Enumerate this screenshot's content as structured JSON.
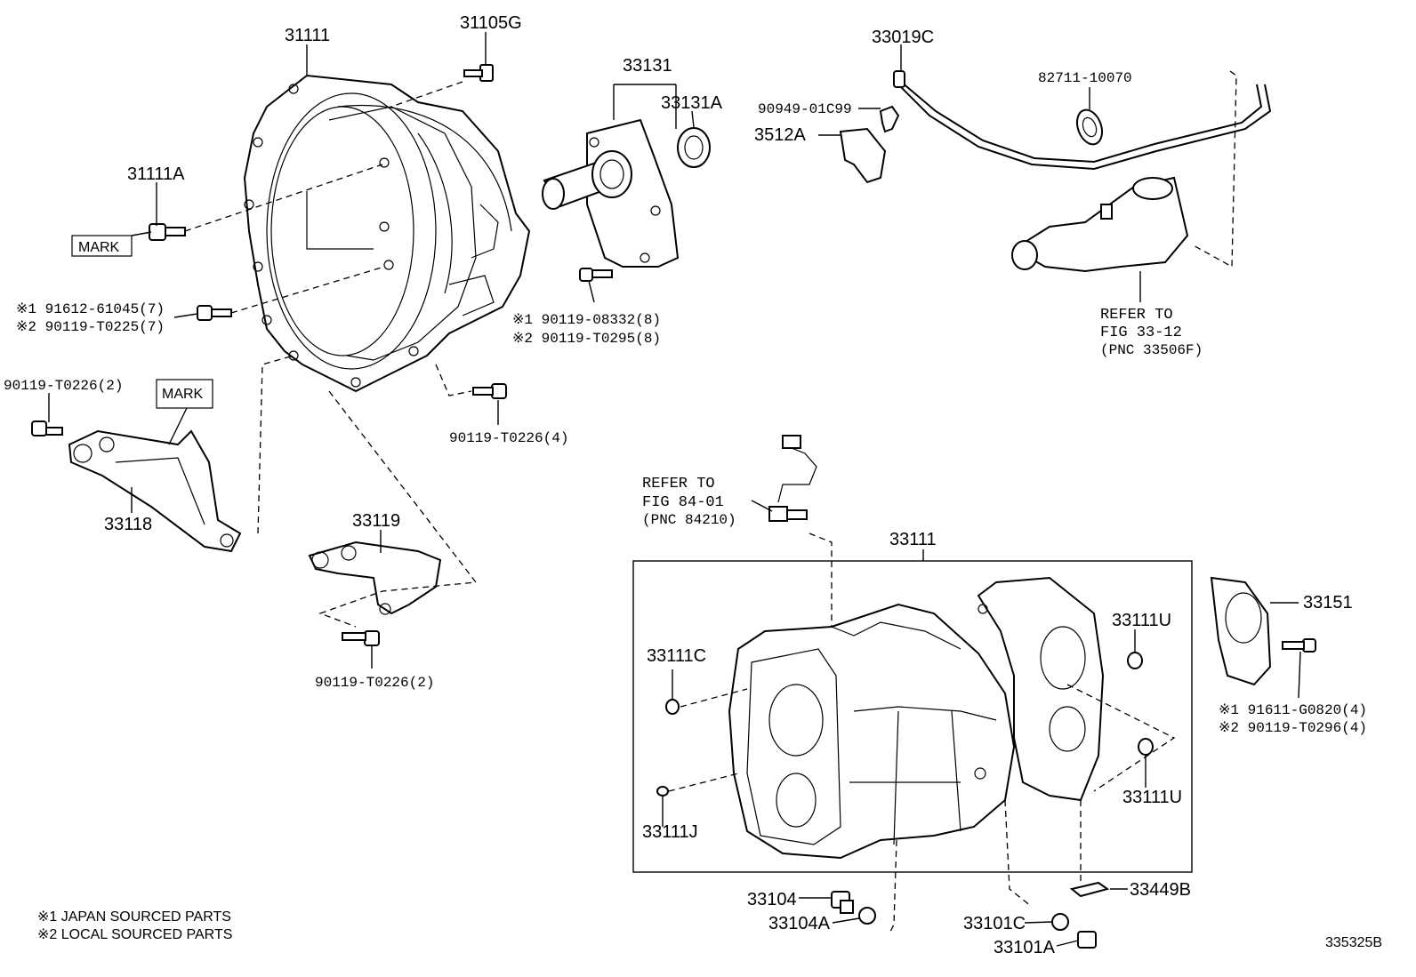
{
  "parts": {
    "p31111": "31111",
    "p31105G": "31105G",
    "p31111A": "31111A",
    "mark1": "MARK",
    "mark2": "MARK",
    "bolt1a": "※1 91612-61045(7)",
    "bolt1b": "※2 90119-T0225(7)",
    "p90119_T0226_2a": "90119-T0226(2)",
    "p33118": "33118",
    "p90119_T0226_4": "90119-T0226(4)",
    "p33119": "33119",
    "p90119_T0226_2b": "90119-T0226(2)",
    "p33131": "33131",
    "p33131A": "33131A",
    "bolt2a": "※1  90119-08332(8)",
    "bolt2b": "※2  90119-T0295(8)",
    "p33019C": "33019C",
    "p90949": "90949-01C99",
    "p3512A": "3512A",
    "p82711": "82711-10070",
    "refer1a": "REFER TO",
    "refer1b": "FIG 33-12",
    "refer1c": "(PNC 33506F)",
    "refer2a": "REFER TO",
    "refer2b": "FIG 84-01",
    "refer2c": "(PNC 84210)",
    "p33111": "33111",
    "p33111C": "33111C",
    "p33111J": "33111J",
    "p33111U_a": "33111U",
    "p33111U_b": "33111U",
    "p33151": "33151",
    "bolt3a": "※1 91611-G0820(4)",
    "bolt3b": "※2 90119-T0296(4)",
    "p33104": "33104",
    "p33104A": "33104A",
    "p33101C": "33101C",
    "p33101A": "33101A",
    "p33449B": "33449B"
  },
  "notes": {
    "japan": "※1 JAPAN SOURCED PARTS",
    "local": "※2 LOCAL SOURCED PARTS"
  },
  "figure_id": "335325B"
}
